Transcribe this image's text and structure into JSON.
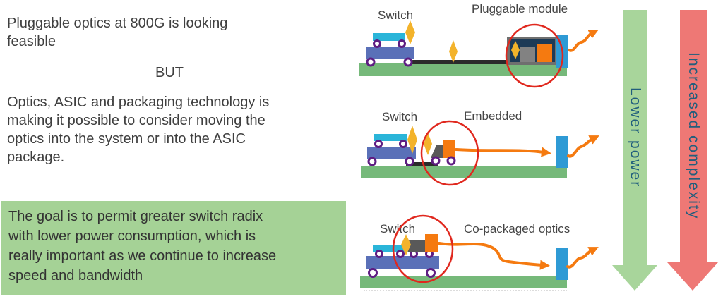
{
  "slide": {
    "paragraph1": [
      "Pluggable optics at 800G is looking",
      "feasible"
    ],
    "but": "BUT",
    "paragraph2": [
      "Optics, ASIC and packaging technology is",
      "making it possible to consider moving the",
      "optics into the system or into the ASIC",
      "package."
    ],
    "goal_box": [
      "The goal is to permit greater switch radix",
      "with lower power consumption, which is",
      "really important as we continue to increase",
      "speed and bandwidth"
    ]
  },
  "diagrams": {
    "row1": {
      "switch_label": "Switch",
      "title": "Pluggable module"
    },
    "row2": {
      "switch_label": "Switch",
      "title": "Embedded"
    },
    "row3": {
      "switch_label": "Switch",
      "title": "Co-packaged optics"
    }
  },
  "side_arrows": {
    "lower_power": "Lower power",
    "increased_complexity": "Increased complexity"
  },
  "colors": {
    "text": "#3f3f3f",
    "goal_box_bg": "#a5d296",
    "pcb_green": "#76b97a",
    "chip_cyan": "#2ab5d9",
    "substrate_blue": "#5a70b8",
    "solder_purple": "#5e1d82",
    "loss_yellow": "#f3b32b",
    "optics_orange": "#f57a10",
    "module_gray": "#6f6f6f",
    "dsp_gray": "#595959",
    "inner_gray": "#828282",
    "module_navy": "#1d3a56",
    "faceplate_blue": "#2e9ad5",
    "highlight_red": "#e0281e",
    "trace_black": "#2b2b2b",
    "arrow_green": "#a8d59b",
    "arrow_red": "#ee7875",
    "arrow_text": "#215e7d"
  }
}
